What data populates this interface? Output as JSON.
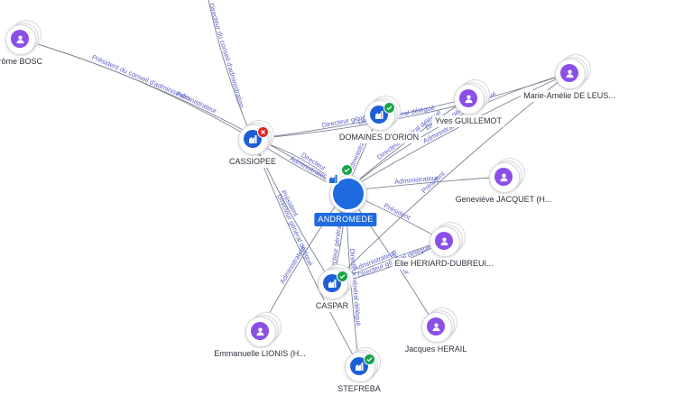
{
  "center": {
    "name": "ANDROMEDE",
    "status": "ok",
    "icon": "company-building-icon"
  },
  "nodes": [
    {
      "id": "jerome-bosc",
      "type": "person",
      "label": "Jérôme BOSC"
    },
    {
      "id": "cassiopee",
      "type": "company",
      "label": "CASSIOPEE",
      "status": "bad"
    },
    {
      "id": "domaines-orion",
      "type": "company",
      "label": "DOMAINES D'ORION",
      "status": "ok"
    },
    {
      "id": "yves-guillemot",
      "type": "person",
      "label": "Yves GUILLEMOT"
    },
    {
      "id": "marie-amelie",
      "type": "person",
      "label": "Marie-Amélie DE LEUS..."
    },
    {
      "id": "genevieve-jacquet",
      "type": "person",
      "label": "Geneviève JACQUET (H..."
    },
    {
      "id": "elie-heriard",
      "type": "person",
      "label": "Elie HERIARD-DUBREUI..."
    },
    {
      "id": "caspar",
      "type": "company",
      "label": "CASPAR",
      "status": "ok"
    },
    {
      "id": "emmanuelle-lionis",
      "type": "person",
      "label": "Emmanuelle LIONIS (H..."
    },
    {
      "id": "jacques-herail",
      "type": "person",
      "label": "Jacques HERAIL"
    },
    {
      "id": "stefreba",
      "type": "company",
      "label": "STEFREBA",
      "status": "ok"
    }
  ],
  "edges": [
    {
      "label": "Président du conseil d'administratio"
    },
    {
      "label": "Administrateur"
    },
    {
      "label": "Directeur du conseil d'administration"
    },
    {
      "label": "Administrateur"
    },
    {
      "label": "Directeur"
    },
    {
      "label": "Président"
    },
    {
      "label": "Directeur général délégué"
    },
    {
      "label": "Administrateur"
    },
    {
      "label": "Directeur général délégué"
    },
    {
      "label": "Directeur général délégué"
    },
    {
      "label": "Administrateur"
    },
    {
      "label": "Directeur général délégué"
    },
    {
      "label": "Président"
    },
    {
      "label": "Directeur général délégué"
    },
    {
      "label": "Administrateur"
    },
    {
      "label": "Administrateur"
    },
    {
      "label": "Président"
    },
    {
      "label": "Directeur général délégué"
    },
    {
      "label": "Administrateur"
    },
    {
      "label": "Directeur général délégué"
    },
    {
      "label": "Directeur général délégué"
    },
    {
      "label": "Directeur"
    }
  ],
  "colors": {
    "person": "#8a4fe6",
    "company": "#1f5fd6",
    "center": "#1e6be0",
    "ok": "#16a34a",
    "bad": "#dc2626",
    "edge_label": "#5a5fc8"
  }
}
